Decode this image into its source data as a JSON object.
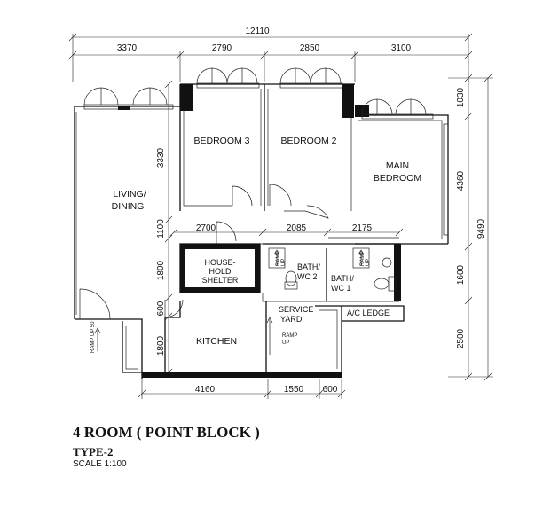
{
  "plan": {
    "dimensions": {
      "overall_width": "12110",
      "top_segments": [
        "3370",
        "2790",
        "2850",
        "3100"
      ],
      "internal_segments": [
        "2700",
        "2085",
        "2175"
      ],
      "bottom_segments": [
        "4160",
        "1550",
        "600"
      ],
      "left_segments": [
        "3330",
        "1100",
        "1800",
        "600",
        "1800"
      ],
      "right_segments": [
        "1030",
        "4360",
        "1600",
        "2500"
      ],
      "overall_height": "9490"
    },
    "rooms": {
      "living_line1": "LIVING/",
      "living_line2": "DINING",
      "bedroom3": "BEDROOM 3",
      "bedroom2": "BEDROOM 2",
      "main_line1": "MAIN",
      "main_line2": "BEDROOM",
      "shelter_line1": "HOUSE-",
      "shelter_line2": "HOLD",
      "shelter_line3": "SHELTER",
      "bath2_line1": "BATH/",
      "bath2_line2": "WC 2",
      "bath1_line1": "BATH/",
      "bath1_line2": "WC 1",
      "service_line1": "SERVICE",
      "service_line2": "YARD",
      "ac_ledge": "A/C LEDGE",
      "kitchen": "KITCHEN"
    },
    "annotations": {
      "ramp": "RAMP",
      "up": "UP",
      "ramp_up_50": "RAMP UP 50"
    }
  },
  "caption": {
    "title": "4 ROOM ( POINT BLOCK )",
    "type": "TYPE-2",
    "scale": "SCALE 1:100"
  }
}
